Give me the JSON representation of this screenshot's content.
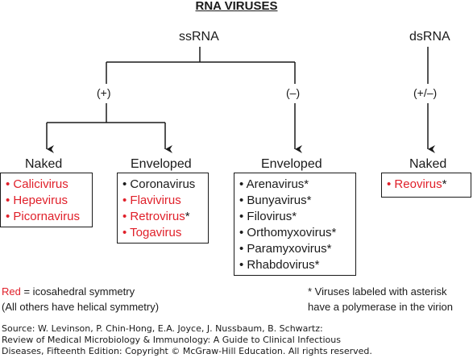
{
  "title": "RNA VIRUSES",
  "ssrna": {
    "label": "ssRNA",
    "plus": "(+)",
    "minus": "(–)",
    "plus_naked": {
      "heading": "Naked",
      "items": [
        {
          "text": "Calicivirus",
          "red": true,
          "asterisk": false
        },
        {
          "text": "Hepevirus",
          "red": true,
          "asterisk": false
        },
        {
          "text": "Picornavirus",
          "red": true,
          "asterisk": false
        }
      ]
    },
    "plus_enveloped": {
      "heading": "Enveloped",
      "items": [
        {
          "text": "Coronavirus",
          "red": false,
          "asterisk": false
        },
        {
          "text": "Flavivirus",
          "red": true,
          "asterisk": false
        },
        {
          "text": "Retrovirus",
          "red": true,
          "asterisk": true
        },
        {
          "text": "Togavirus",
          "red": true,
          "asterisk": false
        }
      ]
    },
    "minus_enveloped": {
      "heading": "Enveloped",
      "items": [
        {
          "text": "Arenavirus",
          "red": false,
          "asterisk": true
        },
        {
          "text": "Bunyavirus",
          "red": false,
          "asterisk": true
        },
        {
          "text": "Filovirus",
          "red": false,
          "asterisk": true
        },
        {
          "text": "Orthomyxovirus",
          "red": false,
          "asterisk": true
        },
        {
          "text": "Paramyxovirus",
          "red": false,
          "asterisk": true
        },
        {
          "text": "Rhabdovirus",
          "red": false,
          "asterisk": true
        }
      ]
    }
  },
  "dsrna": {
    "label": "dsRNA",
    "sign": "(+/–)",
    "naked": {
      "heading": "Naked",
      "items": [
        {
          "text": "Reovirus",
          "red": true,
          "asterisk": true
        }
      ]
    }
  },
  "legend": {
    "red_word": "Red",
    "red_rest": " = icosahedral symmetry",
    "helical": "(All others have helical symmetry)",
    "asterisk_line1": "* Viruses labeled with asterisk",
    "asterisk_line2": "have a polymerase in the virion"
  },
  "source": {
    "line1": "Source: W. Levinson, P. Chin-Hong, E.A. Joyce, J. Nussbaum, B. Schwartz:",
    "line2": "Review of Medical Microbiology & Immunology: A Guide to Clinical Infectious",
    "line3": "Diseases, Fifteenth Edition: Copyright © McGraw-Hill Education. All rights reserved."
  },
  "colors": {
    "red": "#e0202a",
    "text": "#1a1a1a"
  }
}
